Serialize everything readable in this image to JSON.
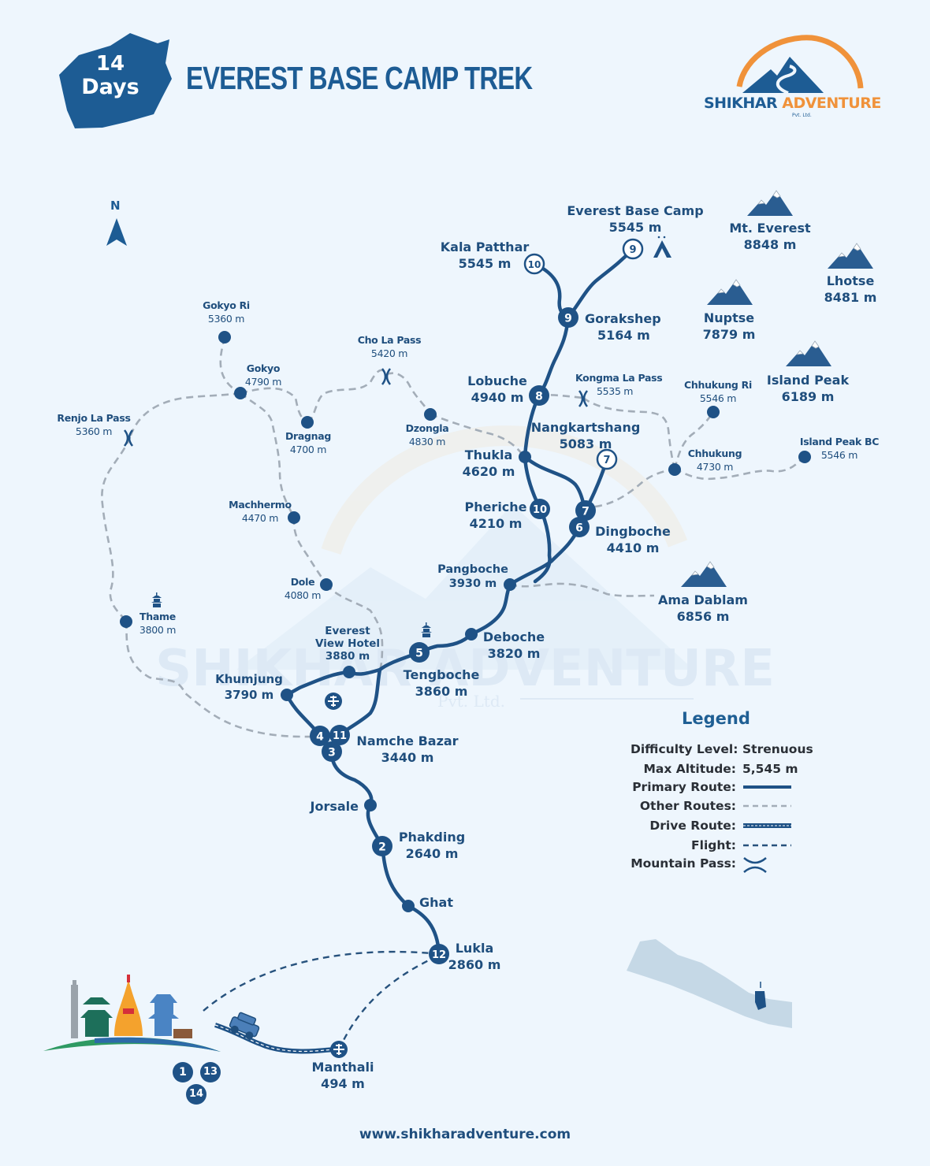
{
  "header": {
    "duration_number": "14",
    "duration_unit": "Days",
    "title": "EVEREST BASE CAMP TREK"
  },
  "brand": {
    "name_part1": "SHIKHAR",
    "name_part2": "ADVENTURE",
    "suffix": "Pvt. Ltd.",
    "watermark": "SHIKHAR ADVENTURE",
    "watermark_sub": "Pvt. Ltd."
  },
  "compass": {
    "label": "N"
  },
  "colors": {
    "background": "#eef6fd",
    "primary_route": "#1f5286",
    "other_routes": "#a3adb8",
    "accent_orange": "#f0923a",
    "title_blue": "#1d5c94"
  },
  "primary_stops": [
    {
      "name": "Everest Base Camp",
      "elevation": "5545 m",
      "day": "9"
    },
    {
      "name": "Kala Patthar",
      "elevation": "5545 m",
      "day": "10"
    },
    {
      "name": "Gorakshep",
      "elevation": "5164 m",
      "day": "9"
    },
    {
      "name": "Lobuche",
      "elevation": "4940 m",
      "day": "8"
    },
    {
      "name": "Nangkartshang",
      "elevation": "5083 m",
      "day": "7"
    },
    {
      "name": "Thukla",
      "elevation": "4620 m"
    },
    {
      "name": "Pheriche",
      "elevation": "4210 m",
      "day": "10"
    },
    {
      "name": "Dingboche",
      "elevation": "4410 m",
      "days": [
        "6",
        "7"
      ]
    },
    {
      "name": "Pangboche",
      "elevation": "3930 m"
    },
    {
      "name": "Deboche",
      "elevation": "3820 m"
    },
    {
      "name": "Tengboche",
      "elevation": "3860 m",
      "day": "5"
    },
    {
      "name": "Everest View Hotel",
      "name_line1": "Everest",
      "name_line2": "View Hotel",
      "elevation": "3880 m"
    },
    {
      "name": "Khumjung",
      "elevation": "3790 m"
    },
    {
      "name": "Namche Bazar",
      "elevation": "3440 m",
      "days": [
        "3",
        "4",
        "11"
      ]
    },
    {
      "name": "Jorsale"
    },
    {
      "name": "Phakding",
      "elevation": "2640 m",
      "day": "2"
    },
    {
      "name": "Ghat"
    },
    {
      "name": "Lukla",
      "elevation": "2860 m",
      "day": "12"
    },
    {
      "name": "Manthali",
      "elevation": "494 m"
    }
  ],
  "kathmandu_days": [
    "1",
    "13",
    "14"
  ],
  "other_stops": [
    {
      "name": "Gokyo Ri",
      "elevation": "5360 m"
    },
    {
      "name": "Gokyo",
      "elevation": "4790 m"
    },
    {
      "name": "Cho La Pass",
      "elevation": "5420 m"
    },
    {
      "name": "Renjo La Pass",
      "elevation": "5360 m"
    },
    {
      "name": "Dragnag",
      "elevation": "4700 m"
    },
    {
      "name": "Dzongla",
      "elevation": "4830 m"
    },
    {
      "name": "Kongma La Pass",
      "elevation": "5535 m"
    },
    {
      "name": "Chhukung Ri",
      "elevation": "5546 m"
    },
    {
      "name": "Chhukung",
      "elevation": "4730 m"
    },
    {
      "name": "Island Peak BC",
      "elevation": "5546 m"
    },
    {
      "name": "Machhermo",
      "elevation": "4470 m"
    },
    {
      "name": "Dole",
      "elevation": "4080 m"
    },
    {
      "name": "Thame",
      "elevation": "3800 m"
    }
  ],
  "peaks": [
    {
      "name": "Mt. Everest",
      "elevation": "8848 m"
    },
    {
      "name": "Lhotse",
      "elevation": "8481 m"
    },
    {
      "name": "Nuptse",
      "elevation": "7879 m"
    },
    {
      "name": "Island Peak",
      "elevation": "6189 m"
    },
    {
      "name": "Ama Dablam",
      "elevation": "6856 m"
    }
  ],
  "legend": {
    "title": "Legend",
    "difficulty_label": "Difficulty Level:",
    "difficulty_value": "Strenuous",
    "max_altitude_label": "Max Altitude:",
    "max_altitude_value": "5,545 m",
    "primary_route_label": "Primary Route:",
    "other_routes_label": "Other Routes:",
    "drive_route_label": "Drive Route:",
    "flight_label": "Flight:",
    "mountain_pass_label": "Mountain Pass:"
  },
  "footer": {
    "website": "www.shikharadventure.com"
  }
}
